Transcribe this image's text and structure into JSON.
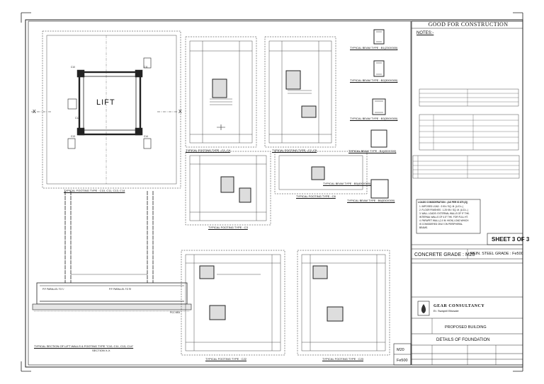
{
  "title_block": {
    "heading": "GOOD FOR CONSTRUCTION",
    "notes_heading": "NOTES:-",
    "sheet_number": "SHEET 3 OF 3",
    "concrete_grade": "CONCRETE GRADE : M20",
    "steel_grade": "REIN. STEEL GRADE : Fe500",
    "company": "GEAR CONSULTANCY",
    "engineer": "Er. Swapnil Bhosale",
    "project": "PROPOSED BUILDING",
    "drawing_title": "DETAILS OF FOUNDATION",
    "stamp_concrete": "M20",
    "stamp_steel": "Fe500",
    "loads_heading": "LOADS CONSIDERATION : (AS PER IS 875 (2))",
    "loads": [
      "1. IMPOSED LOAD  : 3 KN / SQ. M. (U.D.L.)",
      "2. FLOOR FINISHES : 1.25 KN / SQ. M. (U.D.L.)",
      "3. WALL LOADS: EXTERNAL WALLS OF 9\" THK.",
      "   INTERNAL WALLS OF 4.5\" THK. FOR FULL HT.",
      "4. PARAPET WALL (1.0 M. HIGH) LOAD WHICH",
      "   IS CONSIDERED ONLY ON PERIPHERAL",
      "   BEAMS."
    ]
  },
  "drawings": {
    "lift_label": "LIFT",
    "lift_footing": "TYPICAL FOOTING TYPE : C10, C11, C13, C14",
    "footing_c1_c4": "TYPICAL FOOTING TYPE : C1, C4",
    "footing_c2_c5": "TYPICAL FOOTING TYPE : C2, C5",
    "footing_c3": "TYPICAL FOOTING TYPE : C3",
    "footing_c6": "TYPICAL FOOTING TYPE : C6",
    "footing_c22": "TYPICAL FOOTING TYPE : C22",
    "footing_c23": "TYPICAL FOOTING TYPE : C23",
    "beam_b1": "TYPICAL BEAM TYPE : B1(230X300)",
    "beam_b2": "TYPICAL BEAM TYPE : B2(300X300)",
    "beam_b3": "TYPICAL BEAM TYPE : B3(350X300)",
    "beam_b4": "TYPICAL BEAM TYPE : B4(450X300)",
    "beam_b5": "TYPICAL BEAM TYPE : B5(400X300)",
    "beam_b6": "TYPICAL BEAM TYPE : B6(530X300)",
    "section_title": "TYPICAL SECTION OF LIFT WALLS & FOOTING  TYPE \"C10, C11, C13, C14\"",
    "section_sub": "SECTION X-X",
    "pcc_bed": "PCC BED",
    "section_note_1": "P.P. PARALLEL TO 'L'",
    "section_note_2": "P.P. PARALLEL TO 'B'",
    "x_left": "X",
    "x_right": "X",
    "column_tags": [
      "C10",
      "C11",
      "C13",
      "C14",
      "C12"
    ]
  }
}
